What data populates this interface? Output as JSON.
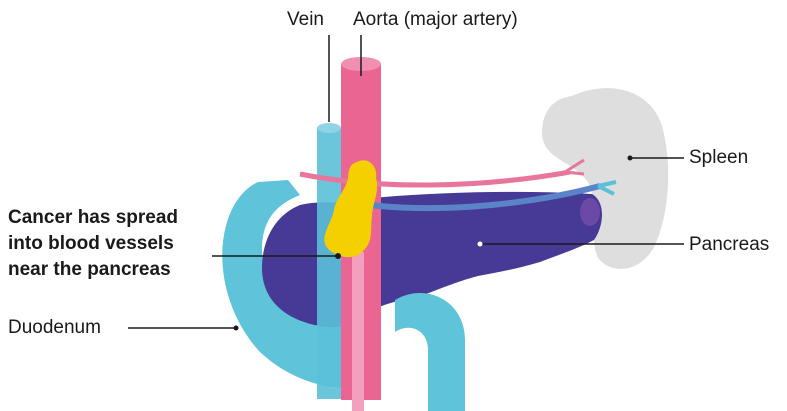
{
  "labels": {
    "vein": "Vein",
    "aorta": "Aorta (major artery)",
    "spleen": "Spleen",
    "pancreas": "Pancreas",
    "duodenum": "Duodenum",
    "cancer_lines": [
      "Cancer has spread",
      "into blood vessels",
      "near the pancreas"
    ]
  },
  "colors": {
    "aorta": "#ea6591",
    "vein": "#5bc0d8",
    "duodenum": "#5fc3d9",
    "pancreas": "#463a96",
    "spleen": "#dedede",
    "tumor": "#f5d000",
    "vessel_pink": "#e8759a",
    "vessel_blue": "#5a83c8",
    "leader_line": "#1a1a1a"
  }
}
